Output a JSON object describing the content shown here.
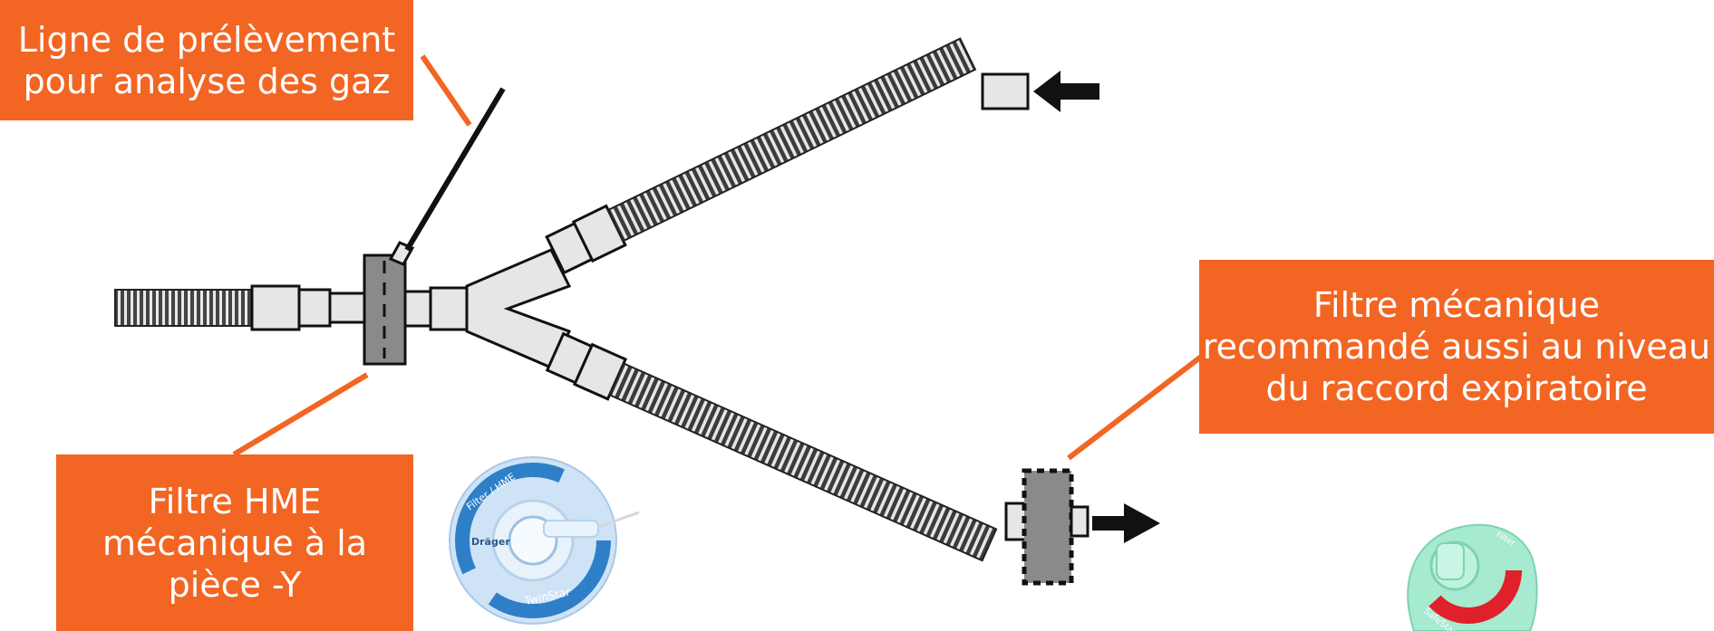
{
  "callouts": {
    "sampling_line": {
      "lines": [
        "Ligne de prélèvement",
        "pour analyse des gaz"
      ]
    },
    "hme_filter": {
      "lines": [
        "Filtre HME",
        "mécanique à la",
        "pièce -Y"
      ]
    },
    "expiratory_filter": {
      "lines": [
        "Filtre mécanique",
        "recommandé aussi au niveau",
        "du raccord expiratoire"
      ]
    }
  },
  "device_labels": {
    "blue_filter": {
      "brand": "Dräger",
      "top_text": "Filter / HME",
      "bottom_text": "TwinStar"
    },
    "green_filter": {
      "top_text": "Filter",
      "bottom_text": "SafeStar"
    }
  },
  "colors": {
    "callout": "#f26522",
    "tubing": "#555555",
    "filter_body": "#888888",
    "blue_filter": "#2f7fc8",
    "green_filter": "#9ee6c8",
    "green_filter_ring": "#e0202a"
  }
}
